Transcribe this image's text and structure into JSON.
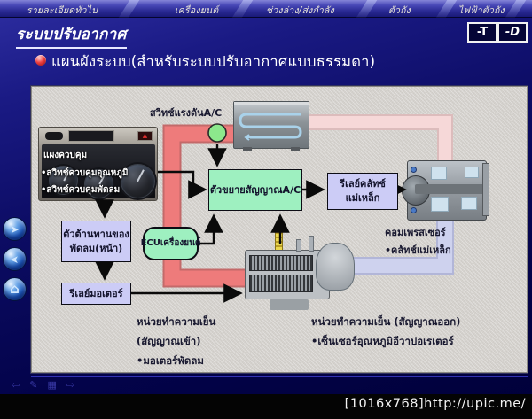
{
  "navbar": {
    "tabs": [
      {
        "label": "รายละเอียดทั่วไป"
      },
      {
        "label": "เครื่องยนต์"
      },
      {
        "label": "ช่วงล่าง/ส่งกำลัง"
      },
      {
        "label": "ตัวถัง"
      },
      {
        "label": "ไฟฟ้าตัวถัง"
      }
    ]
  },
  "header": {
    "title": "ระบบปรับอากาศ",
    "toggle_buttons": [
      {
        "label": "-T"
      },
      {
        "label": "-D"
      }
    ]
  },
  "section": {
    "bullet_icon": "red-sphere",
    "heading": "แผนผังระบบ(สำหรับระบบปรับอากาศแบบธรรมดา)"
  },
  "diagram": {
    "pressure_switch_label": "สวิทช์แรงดันA/C",
    "control_panel": {
      "title": "แผงควบคุม",
      "items": [
        "•สวิทช์ควบคุมอุณหภูมิ",
        "•สวิทช์ควบคุมพัดลม"
      ]
    },
    "boxes": {
      "ac_amplifier": {
        "label": "ตัวขยายสัญญาณA/C"
      },
      "clutch_relay": {
        "lines": [
          "รีเลย์คลัทช์",
          "แม่เหล็ก"
        ]
      },
      "engine_ecu": {
        "label": "ECUเครื่องยนต์"
      },
      "blower_resistor": {
        "lines": [
          "ตัวต้านทานของ",
          "พัดลม(หน้า)"
        ]
      },
      "motor_relay": {
        "label": "รีเลย์มอเตอร์"
      }
    },
    "annotations": {
      "compressor": {
        "title": "คอมเพรสเซอร์",
        "item": "•คลัทช์แม่เหล็ก"
      },
      "cooling_unit_in": {
        "title": "หน่วยทำความเย็น (สัญญาณเข้า)",
        "item": "•มอเตอร์พัดลม"
      },
      "cooling_unit_out": {
        "title": "หน่วยทำความเย็น (สัญญาณออก)",
        "item": "•เซ็นเซอร์อุณหภูมิอีวาปอเรเตอร์"
      }
    },
    "colors": {
      "high_pressure_pipe": "#ee7b7b",
      "suction_pipe": "#f6d8d8",
      "clutch_circuit_pipe": "#ced2ee",
      "amplifier_box": "#9ef0c0",
      "relay_box": "#ccccf6",
      "pressure_switch": "#8ce88c",
      "panel_background": "#d6d3ce",
      "window_background": "#0c0c64"
    }
  },
  "sidebar": {
    "buttons": [
      {
        "icon": "forward-arrow"
      },
      {
        "icon": "back-arrow"
      },
      {
        "icon": "home"
      }
    ]
  },
  "toolbar": {
    "icons": [
      "back-arrow",
      "pencil",
      "list",
      "forward-arrow"
    ]
  },
  "footer": {
    "watermark": "[1016x768]http://upic.me/"
  }
}
